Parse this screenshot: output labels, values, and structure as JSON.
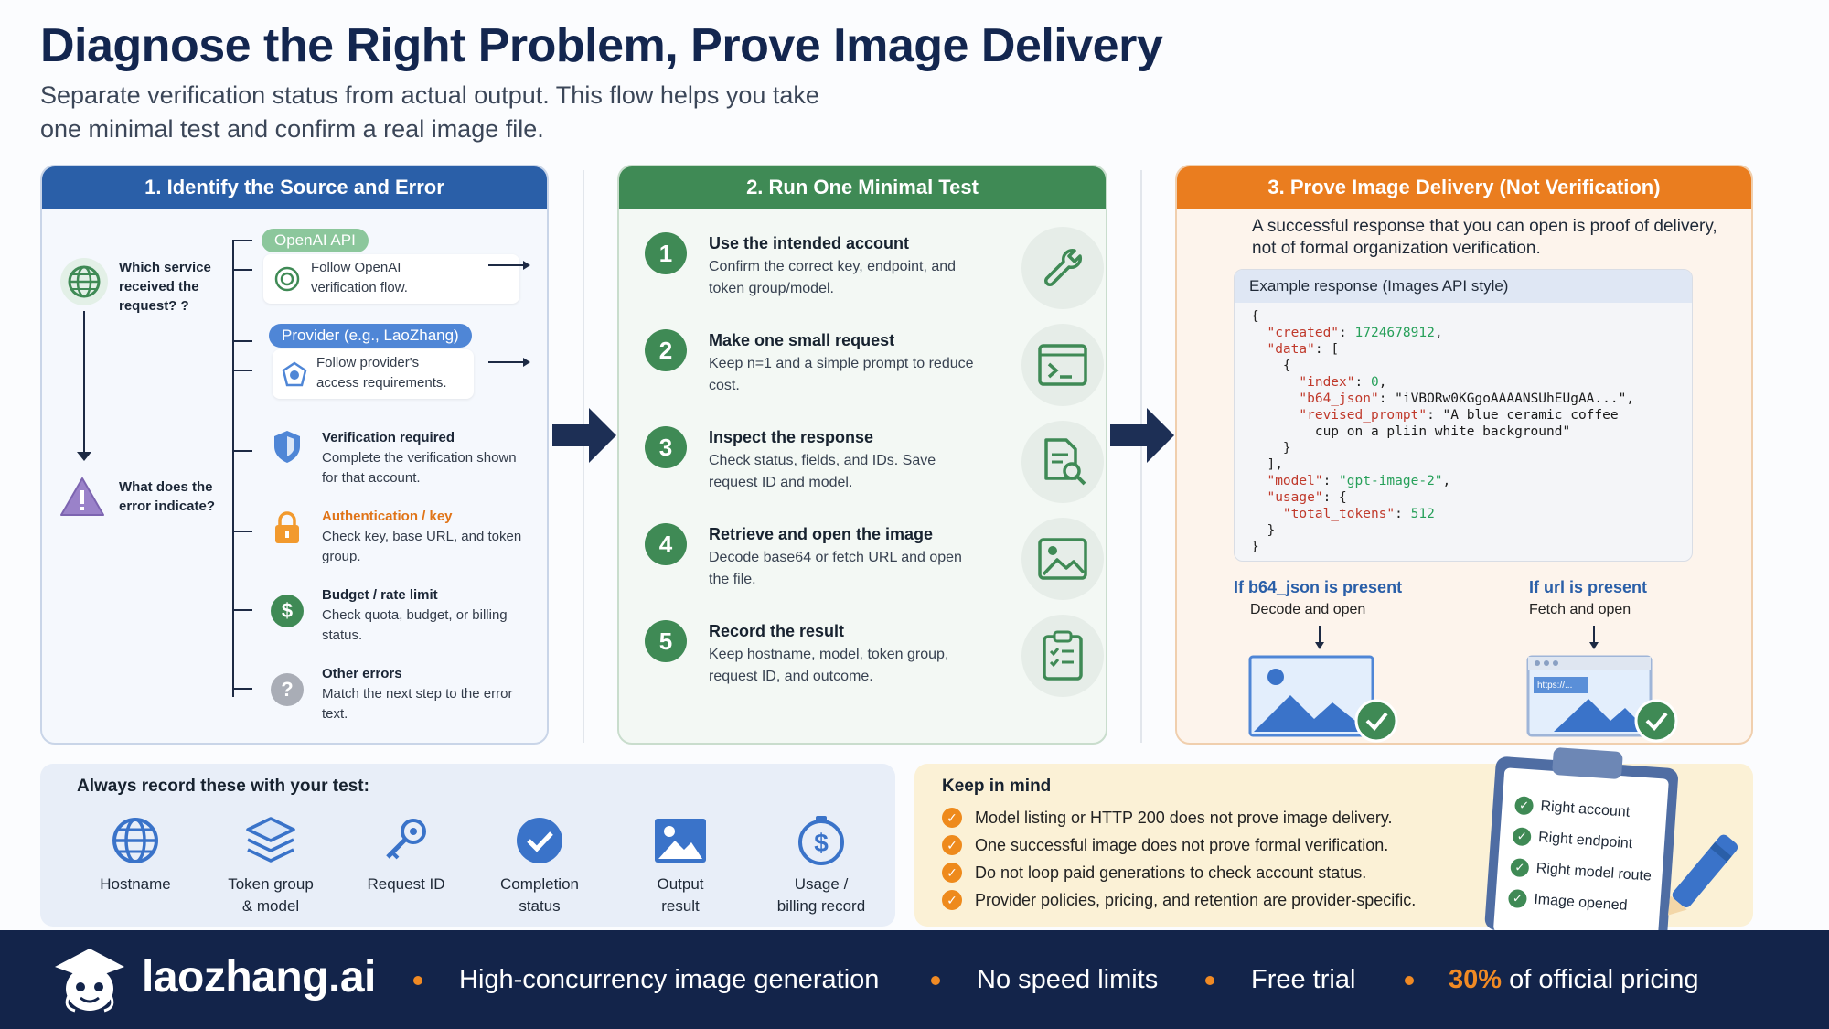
{
  "header": {
    "title": "Diagnose the Right Problem, Prove Image Delivery",
    "subtitle": "Separate verification status from actual output. This flow helps you take one minimal test and confirm a real image file."
  },
  "panel1": {
    "title": "1. Identify the Source and Error",
    "question1": "Which service received the request?",
    "question1_mark": "?",
    "question2": "What does the error indicate?",
    "openai_pill": "OpenAI API",
    "openai_text": "Follow OpenAI verification flow.",
    "provider_pill": "Provider (e.g., LaoZhang)",
    "provider_text": "Follow provider's access requirements.",
    "errors": [
      {
        "title": "Verification required",
        "desc": "Complete the verification shown for that account.",
        "color": "#1b2636"
      },
      {
        "title": "Authentication / key",
        "desc": "Check key, base URL, and token group.",
        "color": "#e07418"
      },
      {
        "title": "Budget / rate limit",
        "desc": "Check quota, budget, or billing status.",
        "color": "#1b2636"
      },
      {
        "title": "Other errors",
        "desc": "Match the next step to the error text.",
        "color": "#1b2636"
      }
    ]
  },
  "panel2": {
    "title": "2. Run One Minimal Test",
    "steps": [
      {
        "num": "1",
        "title": "Use the intended account",
        "desc": "Confirm the correct key, endpoint, and token group/model.",
        "icon": "wrench-icon"
      },
      {
        "num": "2",
        "title": "Make one small request",
        "desc": "Keep n=1 and a simple prompt to reduce cost.",
        "icon": "terminal-icon"
      },
      {
        "num": "3",
        "title": "Inspect the response",
        "desc": "Check status, fields, and IDs. Save request ID and model.",
        "icon": "document-search-icon"
      },
      {
        "num": "4",
        "title": "Retrieve and open the image",
        "desc": "Decode base64 or fetch URL and open the file.",
        "icon": "image-icon"
      },
      {
        "num": "5",
        "title": "Record the result",
        "desc": "Keep hostname, model, token group, request ID, and outcome.",
        "icon": "clipboard-icon"
      }
    ]
  },
  "panel3": {
    "title": "3. Prove Image Delivery (Not Verification)",
    "lead": "A successful response that you can open is proof of delivery, not of formal organization verification.",
    "code_title": "Example response (Images API style)",
    "code": {
      "created": "1724678912",
      "index": "0",
      "b64_json": "\"iVBORw0KGgoAAAANSUhEUgAA...\"",
      "revised_prompt_1": "\"A blue ceramic coffee",
      "revised_prompt_2": "cup on a pliin white background\"",
      "model": "\"gpt-image-2\"",
      "total_tokens": "512"
    },
    "branch_left_title": "If b64_json is present",
    "branch_left_sub": "Decode and open",
    "branch_right_title": "If url is present",
    "branch_right_sub": "Fetch and open",
    "url_thumb_text": "https://..."
  },
  "record": {
    "title": "Always record these with your test:",
    "items": [
      {
        "label1": "Hostname",
        "label2": "",
        "icon": "globe-icon"
      },
      {
        "label1": "Token group",
        "label2": "& model",
        "icon": "layers-icon"
      },
      {
        "label1": "Request ID",
        "label2": "",
        "icon": "key-icon"
      },
      {
        "label1": "Completion",
        "label2": "status",
        "icon": "check-circle-icon"
      },
      {
        "label1": "Output",
        "label2": "result",
        "icon": "image-icon"
      },
      {
        "label1": "Usage /",
        "label2": "billing record",
        "icon": "dollar-coin-icon"
      }
    ]
  },
  "keep": {
    "title": "Keep in mind",
    "items": [
      "Model listing or HTTP 200 does not prove image delivery.",
      "One successful image does not prove formal verification.",
      "Do not loop paid generations to check account status.",
      "Provider policies, pricing, and retention are provider-specific."
    ],
    "checklist": [
      "Right account",
      "Right endpoint",
      "Right model route",
      "Image opened"
    ]
  },
  "footer": {
    "brand": "laozhang.ai",
    "items": [
      "High-concurrency image generation",
      "No speed limits",
      "Free trial"
    ],
    "pricing_accent": "30%",
    "pricing_rest": "of official pricing"
  },
  "colors": {
    "navy": "#13244a",
    "blue": "#2a5fa8",
    "green": "#3f8a55",
    "orange": "#ea7d1f"
  }
}
